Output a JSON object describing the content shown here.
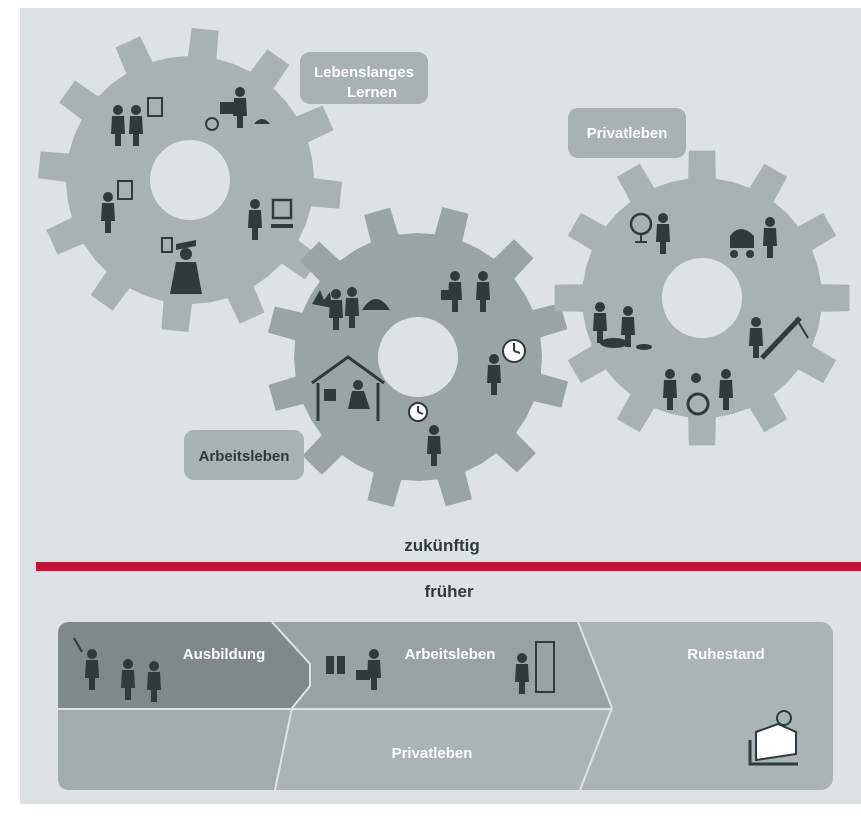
{
  "labels": {
    "lifelong_learning": [
      "Lebenslanges",
      "Lernen"
    ],
    "private_life_gear": "Privatleben",
    "work_life_gear": "Arbeitsleben",
    "future": "zukünftig",
    "past": "früher"
  },
  "timeline": {
    "education": "Ausbildung",
    "work_life": "Arbeitsleben",
    "retirement": "Ruhestand",
    "private_life": "Privatleben"
  },
  "colors": {
    "background": "#dde3e4",
    "gear_light": "#a8b1b3",
    "gear_mid": "#9aa4a6",
    "label_box": "#a8b1b3",
    "divider": "#c0143c",
    "figure": "#2f3a3c",
    "arrow_dark": "#7f898b",
    "arrow_mid": "#98a2a4",
    "arrow_light": "#aab3b5"
  },
  "icons": [
    "people-icon",
    "computer-icon",
    "graduation-icon",
    "group-icon",
    "handshake-icon",
    "clock-icon",
    "home-office-icon",
    "globe-icon",
    "stroller-icon",
    "slide-icon",
    "wheelchair-icon",
    "cooking-icon",
    "teacher-icon",
    "files-icon",
    "reading-icon"
  ]
}
